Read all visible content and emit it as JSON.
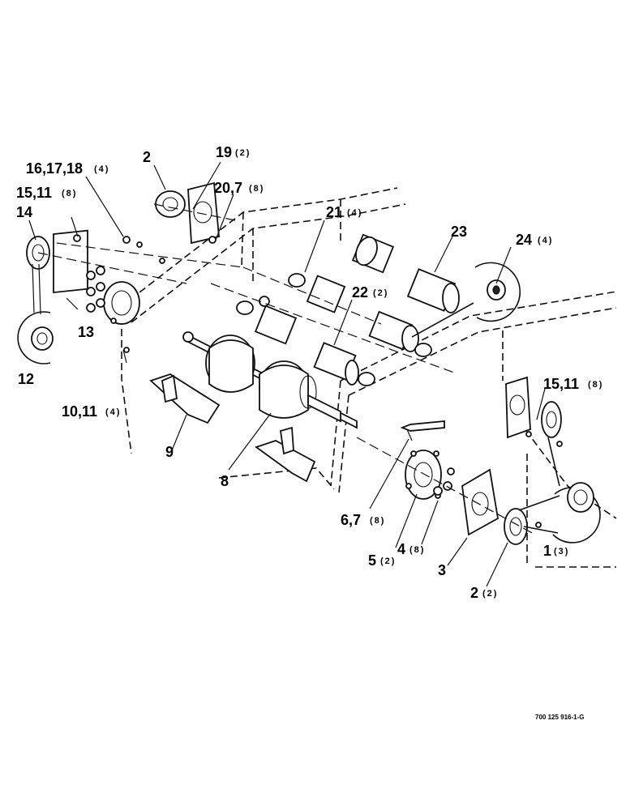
{
  "callouts": {
    "c1": {
      "num": "1",
      "qty": "(3)"
    },
    "c2a": {
      "num": "2",
      "qty": ""
    },
    "c2b": {
      "num": "2",
      "qty": "(2)"
    },
    "c3": {
      "num": "3",
      "qty": ""
    },
    "c4": {
      "num": "4",
      "qty": "(8)"
    },
    "c5": {
      "num": "5",
      "qty": "(2)"
    },
    "c6": {
      "num": "6,7",
      "qty": "(8)"
    },
    "c8": {
      "num": "8",
      "qty": ""
    },
    "c9": {
      "num": "9",
      "qty": ""
    },
    "c10": {
      "num": "10,11",
      "qty": "(4)"
    },
    "c12": {
      "num": "12",
      "qty": ""
    },
    "c13": {
      "num": "13",
      "qty": ""
    },
    "c14": {
      "num": "14",
      "qty": ""
    },
    "c15a": {
      "num": "15,11",
      "qty": "(8)"
    },
    "c15b": {
      "num": "15,11",
      "qty": "(8)"
    },
    "c16": {
      "num": "16,17,18",
      "qty": "(4)"
    },
    "c19": {
      "num": "19",
      "qty": "(2)"
    },
    "c20": {
      "num": "20,7",
      "qty": "(8)"
    },
    "c21": {
      "num": "21",
      "qty": "(4)"
    },
    "c22": {
      "num": "22",
      "qty": "(2)"
    },
    "c23": {
      "num": "23",
      "qty": ""
    },
    "c24": {
      "num": "24",
      "qty": "(4)"
    }
  },
  "figure_ref": "700 125 916-1-G"
}
